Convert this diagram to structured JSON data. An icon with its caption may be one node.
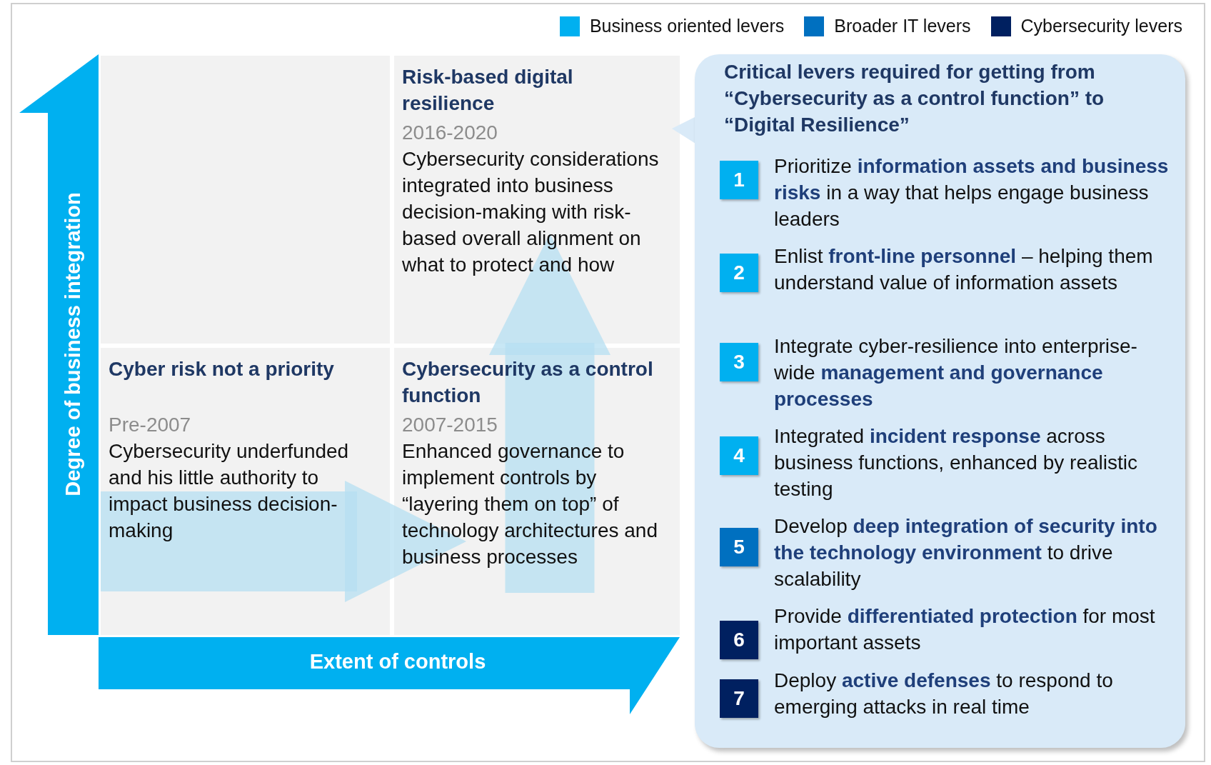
{
  "diagram": {
    "nodes": [
      {
        "text": [],
        "shape": "box"
      },
      {
        "text": [
          "Risk-based digital resilience",
          "2016-2020",
          "Cybersecurity considerations integrated into business decision-making with risk-based overall alignment on what to protect and how"
        ]
      },
      {
        "text": [
          "Cyber risk not a priority",
          "Pre-2007",
          "Cybersecurity underfunded and his little authority to impact business decision-making"
        ]
      },
      {
        "text": [
          "Cybersecurity as a control function",
          "2007-2015",
          "Enhanced governance to implement controls by “layering them on top” of technology architectures and business processes"
        ]
      },
      {
        "text": [
          "Critical levers required for getting from “Cybersecurity as a control function” to “Digital Resilience”"
        ]
      },
      {
        "text": [
          "1"
        ],
        "in": 4,
        "beside": [
          "Prioritize **information assets and business risks** in a way that helps engage business leaders"
        ]
      },
      {
        "text": [
          "2"
        ],
        "in": 4,
        "beside": [
          "Enlist **front-line personnel** – helping them understand value of information assets"
        ]
      },
      {
        "text": [
          "3"
        ],
        "in": 4,
        "beside": [
          "Integrate cyber-resilience into enterprise-wide **management and governance processes**"
        ]
      },
      {
        "text": [
          "4"
        ],
        "in": 4,
        "beside": [
          "Integrated **incident response** across business functions, enhanced by realistic testing"
        ]
      },
      {
        "text": [
          "5"
        ],
        "in": 4,
        "beside": [
          "Develop **deep integration of security into the technology environment** to drive scalability"
        ]
      },
      {
        "text": [
          "6"
        ],
        "in": 4,
        "beside": [
          "Provide **differentiated protection** for most important assets"
        ]
      },
      {
        "text": [
          "7"
        ],
        "in": 4,
        "beside": [
          "Deploy **active defenses** to respond to emerging attacks in real time"
        ]
      }
    ],
    "edges": [
      {
        "from": 2,
        "to": 3,
        "arrow": "to"
      },
      {
        "from": 3,
        "to": 1,
        "arrow": "to"
      }
    ],
    "labels": [
      "Degree of business integration",
      "Extent of controls"
    ],
    "legend": [
      {
        "text": "Business oriented levers",
        "color": "#00b0f0"
      },
      {
        "text": "Broader IT levers",
        "color": "#0070c0"
      },
      {
        "text": "Cybersecurity levers",
        "color": "#002060"
      }
    ]
  }
}
